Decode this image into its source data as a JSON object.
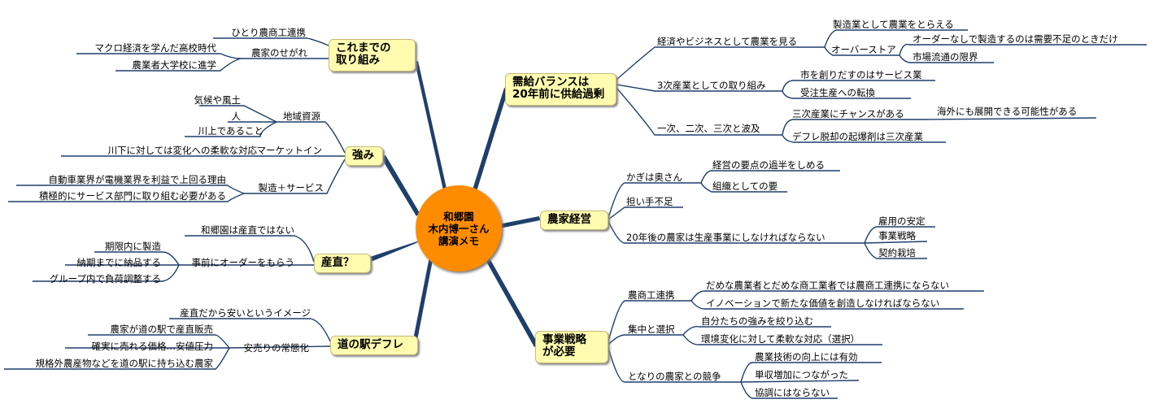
{
  "center": "和郷園\n木内博一さん\n講演メモ",
  "left": {
    "korekara": {
      "label": "これまでの\n取り組み",
      "sub1": "ひとり農商工連携",
      "sub2": "農家のせがれ",
      "sub2_children": [
        "マクロ経済を学んだ高校時代",
        "農業者大学校に進学"
      ]
    },
    "tsuyomi": {
      "label": "強み",
      "chiiki": "地域資源",
      "chiiki_children": [
        "気候や風土",
        "人",
        "川上であること"
      ],
      "market": "マーケットイン",
      "market_child": "川下に対しては変化への柔軟な対応",
      "seizo": "製造＋サービス",
      "seizo_children": [
        "自動車業界が電機業界を利益で上回る理由",
        "積極的にサービス部門に取り組む必要がある"
      ]
    },
    "sanchoku": {
      "label": "産直？",
      "sub1": "和郷園は産直ではない",
      "sub2": "事前にオーダーをもらう",
      "sub2_children": [
        "期限内に製造",
        "納期までに納品する",
        "グループ内で負荷調整する"
      ]
    },
    "michi": {
      "label": "道の駅デフレ",
      "sub1": "産直だから安いというイメージ",
      "sub2": "安売りの常態化",
      "sub2_children": [
        "農家が道の駅で産直販売",
        "確実に売れる価格…安値圧力",
        "規格外農産物などを道の駅に持ち込む農家"
      ]
    }
  },
  "right": {
    "jukyu": {
      "label": "需給バランスは\n20年前に供給過剰",
      "keizai": "経済やビジネスとして農業を見る",
      "keizai_children": [
        "製造業として農業をとらえる",
        "オーバーストア"
      ],
      "over_children": [
        "オーダーなしで製造するのは需要不足のときだけ",
        "市場流通の限界"
      ],
      "sanji": "3次産業としての取り組み",
      "sanji_children": [
        "市を創りだすのはサービス業",
        "受注生産への転換"
      ],
      "ichiji": "一次、二次、三次と波及",
      "ichiji_children": [
        "三次産業にチャンスがある",
        "デフレ脱却の起爆剤は三次産業"
      ],
      "chance_child": "海外にも展開できる可能性がある"
    },
    "noka": {
      "label": "農家経営",
      "kagi": "かぎは奥さん",
      "kagi_children": [
        "経営の要点の過半をしめる",
        "組織としての要"
      ],
      "ninaite": "担い手不足",
      "nijunen": "20年後の農家は生産事業にしなければならない",
      "nijunen_children": [
        "雇用の安定",
        "事業戦略",
        "契約栽培"
      ]
    },
    "jigyo": {
      "label": "事業戦略\nが必要",
      "noshoko": "農商工連携",
      "noshoko_children": [
        "だめな農業者とだめな商工業者では農商工連携にならない",
        "イノベーションで新たな価値を創造しなければならない"
      ],
      "shuchu": "集中と選択",
      "shuchu_children": [
        "自分たちの強みを絞り込む",
        "環境変化に対して柔軟な対応（選択）"
      ],
      "tonari": "となりの農家との競争",
      "tonari_children": [
        "農業技術の向上には有効",
        "単収増加につながった",
        "協調にはならない"
      ]
    }
  }
}
